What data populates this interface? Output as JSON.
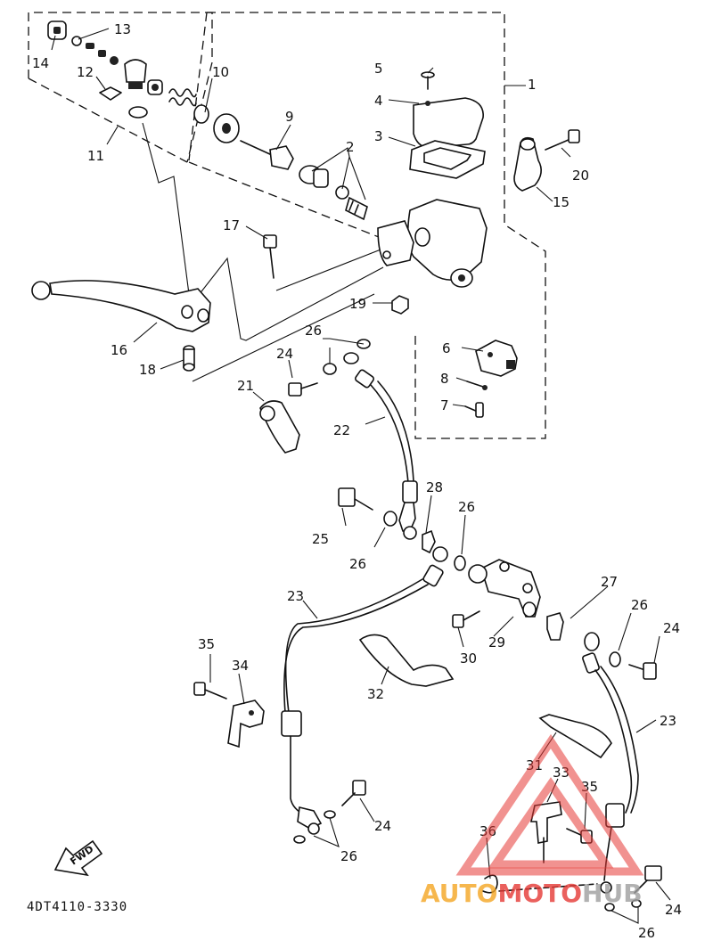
{
  "diagram": {
    "type": "exploded-parts-diagram",
    "part_code": "4DT4110-3330",
    "fwd_label": "FWD",
    "callouts": [
      {
        "id": "c1",
        "label": "1"
      },
      {
        "id": "c2",
        "label": "2"
      },
      {
        "id": "c3",
        "label": "3"
      },
      {
        "id": "c4",
        "label": "4"
      },
      {
        "id": "c5",
        "label": "5"
      },
      {
        "id": "c6",
        "label": "6"
      },
      {
        "id": "c7",
        "label": "7"
      },
      {
        "id": "c8",
        "label": "8"
      },
      {
        "id": "c9",
        "label": "9"
      },
      {
        "id": "c10",
        "label": "10"
      },
      {
        "id": "c11",
        "label": "11"
      },
      {
        "id": "c12",
        "label": "12"
      },
      {
        "id": "c13",
        "label": "13"
      },
      {
        "id": "c14",
        "label": "14"
      },
      {
        "id": "c15",
        "label": "15"
      },
      {
        "id": "c16",
        "label": "16"
      },
      {
        "id": "c17",
        "label": "17"
      },
      {
        "id": "c18",
        "label": "18"
      },
      {
        "id": "c19",
        "label": "19"
      },
      {
        "id": "c20",
        "label": "20"
      },
      {
        "id": "c21",
        "label": "21"
      },
      {
        "id": "c22",
        "label": "22"
      },
      {
        "id": "c23a",
        "label": "23"
      },
      {
        "id": "c23b",
        "label": "23"
      },
      {
        "id": "c24a",
        "label": "24"
      },
      {
        "id": "c24b",
        "label": "24"
      },
      {
        "id": "c24c",
        "label": "24"
      },
      {
        "id": "c24d",
        "label": "24"
      },
      {
        "id": "c25",
        "label": "25"
      },
      {
        "id": "c26a",
        "label": "26"
      },
      {
        "id": "c26b",
        "label": "26"
      },
      {
        "id": "c26c",
        "label": "26"
      },
      {
        "id": "c26d",
        "label": "26"
      },
      {
        "id": "c26e",
        "label": "26"
      },
      {
        "id": "c26f",
        "label": "26"
      },
      {
        "id": "c27",
        "label": "27"
      },
      {
        "id": "c28",
        "label": "28"
      },
      {
        "id": "c29",
        "label": "29"
      },
      {
        "id": "c30",
        "label": "30"
      },
      {
        "id": "c31",
        "label": "31"
      },
      {
        "id": "c32",
        "label": "32"
      },
      {
        "id": "c33",
        "label": "33"
      },
      {
        "id": "c34",
        "label": "34"
      },
      {
        "id": "c35a",
        "label": "35"
      },
      {
        "id": "c35b",
        "label": "35"
      },
      {
        "id": "c36",
        "label": "36"
      }
    ]
  },
  "watermark": {
    "part1": "AUTO",
    "part2": "MOTO",
    "part3": "HUB",
    "color_primary": "#f5a623",
    "color_secondary": "#e53935",
    "color_tertiary": "#9e9e9e"
  }
}
